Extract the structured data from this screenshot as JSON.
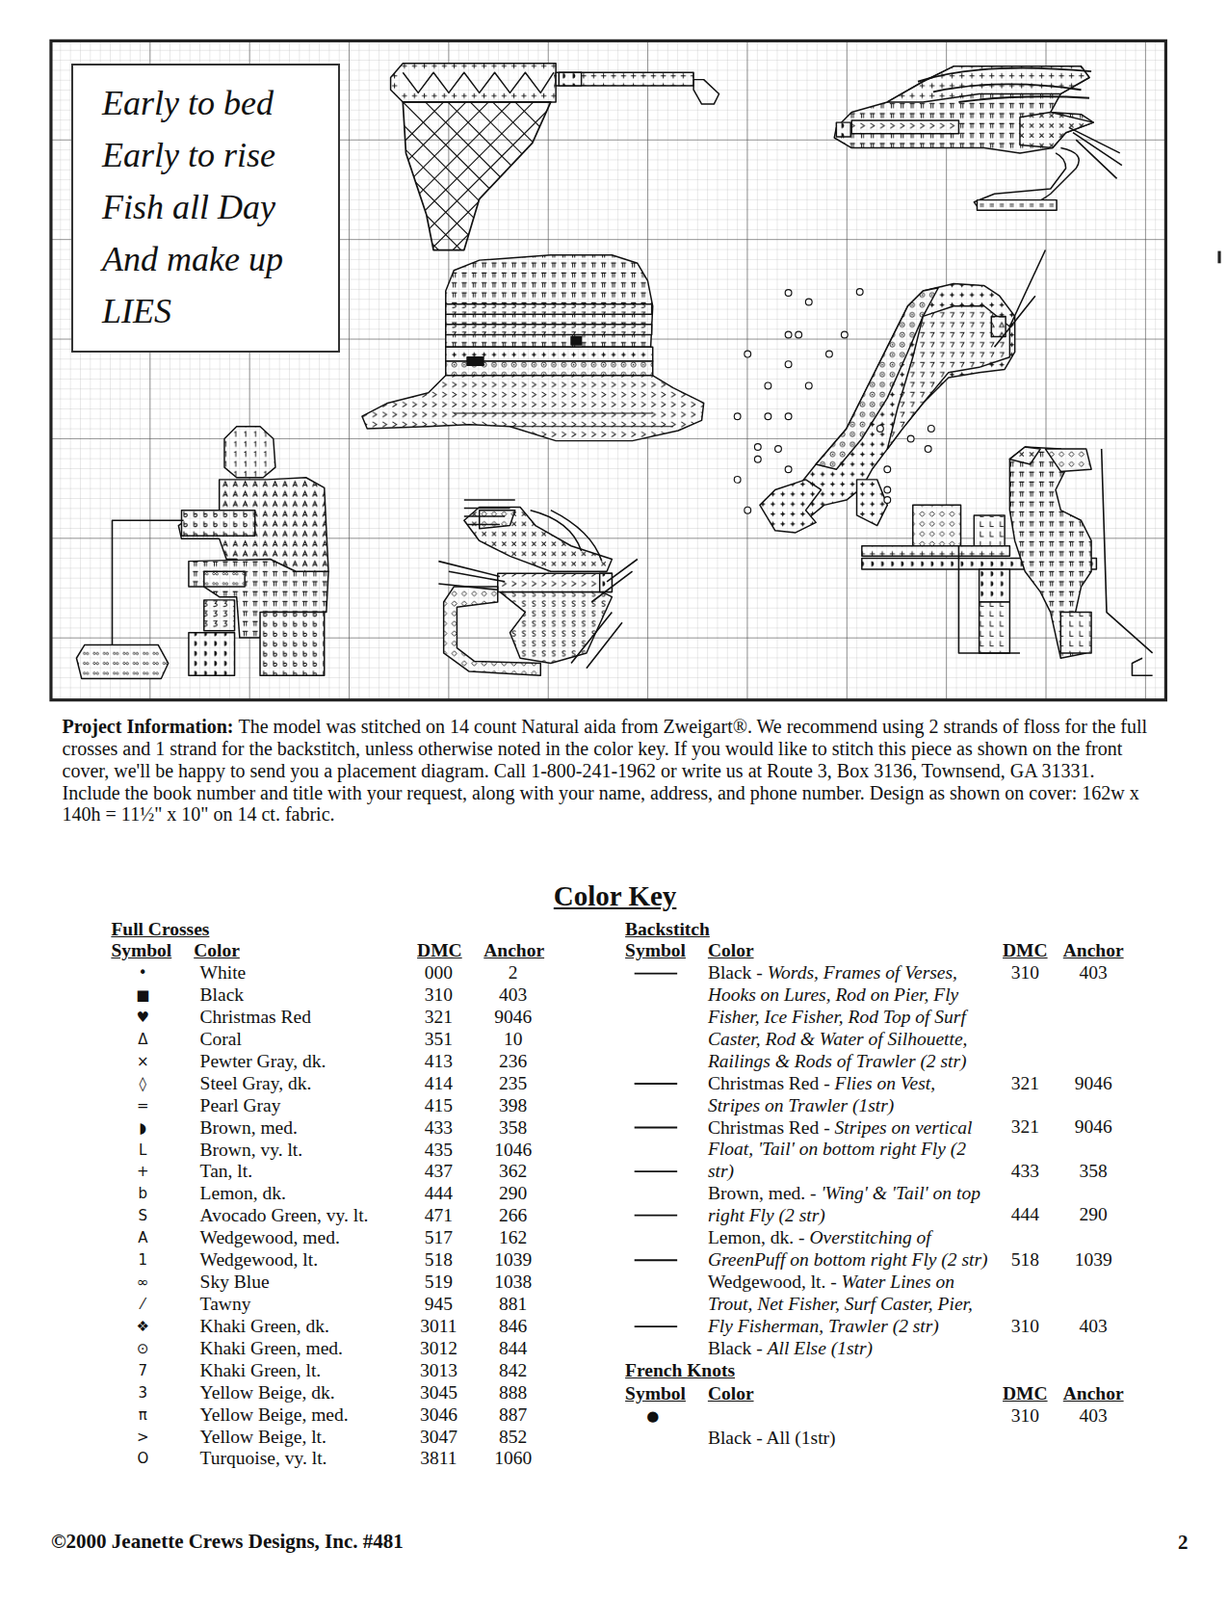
{
  "diagram": {
    "title": "Color Key",
    "nodes": [
      {
        "text": [
          "Early to bed Early to rise Fish all Day And make up LIES"
        ]
      }
    ],
    "labels": [
      "Project Information:",
      "The model was stitched on 14 count Natural aida from Zweigart®. We recommend using 2 strands of floss for the full crosses and 1 strand for the backstitch, unless otherwise noted in the color key. If you would like to stitch this piece as shown on the front cover, we'll be happy to send you a placement diagram. Call 1-800-241-1962 or write us at Route 3, Box 3136, Townsend, GA 31331. Include the book number and title with your request, along with your name, address, and phone number. Design as shown on cover: 162w x 140h = 11½\" x 10\" on 14 ct. fabric.",
      "Full Crosses",
      "Symbol",
      "Color",
      "DMC",
      "Anchor",
      "•",
      "White",
      "000",
      "2",
      "■",
      "Black",
      "310",
      "403",
      "♥",
      "Christmas Red",
      "321",
      "9046",
      "Δ",
      "Coral",
      "351",
      "10",
      "×",
      "Pewter Gray, dk.",
      "413",
      "236",
      "◊",
      "Steel Gray, dk.",
      "414",
      "235",
      "=",
      "Pearl Gray",
      "415",
      "398",
      "◗",
      "Brown, med.",
      "433",
      "358",
      "L",
      "Brown, vy. lt.",
      "435",
      "1046",
      "+",
      "Tan, lt.",
      "437",
      "362",
      "b",
      "Lemon, dk.",
      "444",
      "290",
      "S",
      "Avocado Green, vy. lt.",
      "471",
      "266",
      "A",
      "Wedgewood, med.",
      "517",
      "162",
      "1",
      "Wedgewood, lt.",
      "518",
      "1039",
      "∞",
      "Sky Blue",
      "519",
      "1038",
      "⁄",
      "Tawny",
      "945",
      "881",
      "❖",
      "Khaki Green, dk.",
      "3011",
      "846",
      "⊙",
      "Khaki Green, med.",
      "3012",
      "844",
      "7",
      "Khaki Green, lt.",
      "3013",
      "842",
      "3",
      "Yellow Beige, dk.",
      "3045",
      "888",
      "π",
      "Yellow Beige, med.",
      "3046",
      "887",
      ">",
      "Yellow Beige, lt.",
      "3047",
      "852",
      "O",
      "Turquoise, vy. lt.",
      "3811",
      "1060",
      "Backstitch",
      "Symbol",
      "Color",
      "DMC",
      "Anchor",
      "Black -",
      "Words, Frames of Verses, Hooks on Lures, Rod on Pier, Fly Fisher, Ice Fisher, Rod Top of Surf Caster, Rod & Water of Silhouette, Railings & Rods of Trawler (2 str)",
      "310",
      "403",
      "Christmas Red -",
      "Flies on Vest, Stripes on Trawler (1str)",
      "321",
      "9046",
      "Christmas Red -",
      "Stripes on vertical Float, 'Tail' on bottom right Fly (2 str)",
      "321",
      "9046",
      "Brown, med. -",
      "'Wing' & 'Tail' on top right Fly (2 str)",
      "433",
      "358",
      "Lemon, dk. -",
      "Overstitching of GreenPuff on bottom right Fly (2 str)",
      "444",
      "290",
      "Wedgewood, lt. -",
      "Water Lines on Trout, Net Fisher, Surf Caster, Pier, Fly Fisherman, Trawler (2 str)",
      "518",
      "1039",
      "Black -",
      "All Else (1str)",
      "310",
      "403",
      "French Knots",
      "Symbol",
      "Color",
      "DMC",
      "Anchor",
      "●",
      "Black - All (1str)",
      "310",
      "403",
      "©2000 Jeanette Crews Designs, Inc. #481",
      "2"
    ]
  }
}
